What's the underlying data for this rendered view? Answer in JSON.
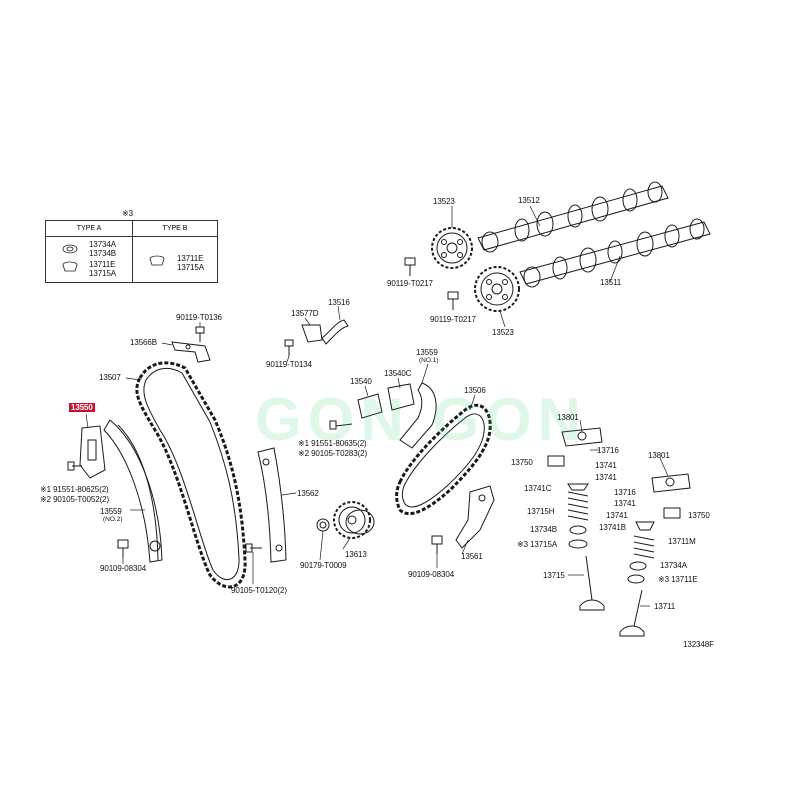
{
  "legend_table": {
    "note_mark": "※3",
    "type_a": "TYPE A",
    "type_b": "TYPE B",
    "type_a_parts": [
      "13734A",
      "13734B",
      "13711E",
      "13715A"
    ],
    "type_b_parts": [
      "13711E",
      "13715A"
    ]
  },
  "labels": {
    "p13523_top": "13523",
    "p13512": "13512",
    "p90119_t0217_a": "90119-T0217",
    "p13511": "13511",
    "p90119_t0217_b": "90119-T0217",
    "p13523_bot": "13523",
    "p90119_t0136": "90119-T0136",
    "p13577d": "13577D",
    "p13516": "13516",
    "p13566b": "13566B",
    "p90119_t0134": "90119-T0134",
    "p13507": "13507",
    "p13559_no1": "13559",
    "p13559_no1_sub": "(NO.1)",
    "p13540": "13540",
    "p13540c": "13540C",
    "p13506": "13506",
    "p13550": "13550",
    "p91551_80635": "※1 91551-80635(2)",
    "p90105_t0283": "※2 90105-T0283(2)",
    "p13801_a": "13801",
    "p13716_a": "13716",
    "p13750_a": "13750",
    "p13741_a": "13741",
    "p13741_b": "13741",
    "p13801_b": "13801",
    "p91551_80625": "※1 91551-80625(2)",
    "p90105_t0052": "※2 90105-T0052(2)",
    "p13562": "13562",
    "p13741c": "13741C",
    "p13716_b": "13716",
    "p13741_c": "13741",
    "p13559_no2": "13559",
    "p13559_no2_sub": "(NO.2)",
    "p13715h": "13715H",
    "p13741_d": "13741",
    "p13750_b": "13750",
    "p13734b": "13734B",
    "p13741b": "13741B",
    "p13715a": "※3 13715A",
    "p13711m": "13711M",
    "p13613": "13613",
    "p13561": "13561",
    "p90109_08304_a": "90109-08304",
    "p90179_t0009": "90179-T0009",
    "p90109_08304_b": "90109-08304",
    "p13734a": "13734A",
    "p13715": "13715",
    "p13711e": "※3 13711E",
    "p90105_t0120": "90105-T0120(2)",
    "p13711": "13711",
    "drawing_no": "132348F"
  },
  "watermark": "GON GON",
  "colors": {
    "line": "#1a1a1a",
    "highlight": "#c8102e",
    "watermark": "#3ad07a"
  }
}
